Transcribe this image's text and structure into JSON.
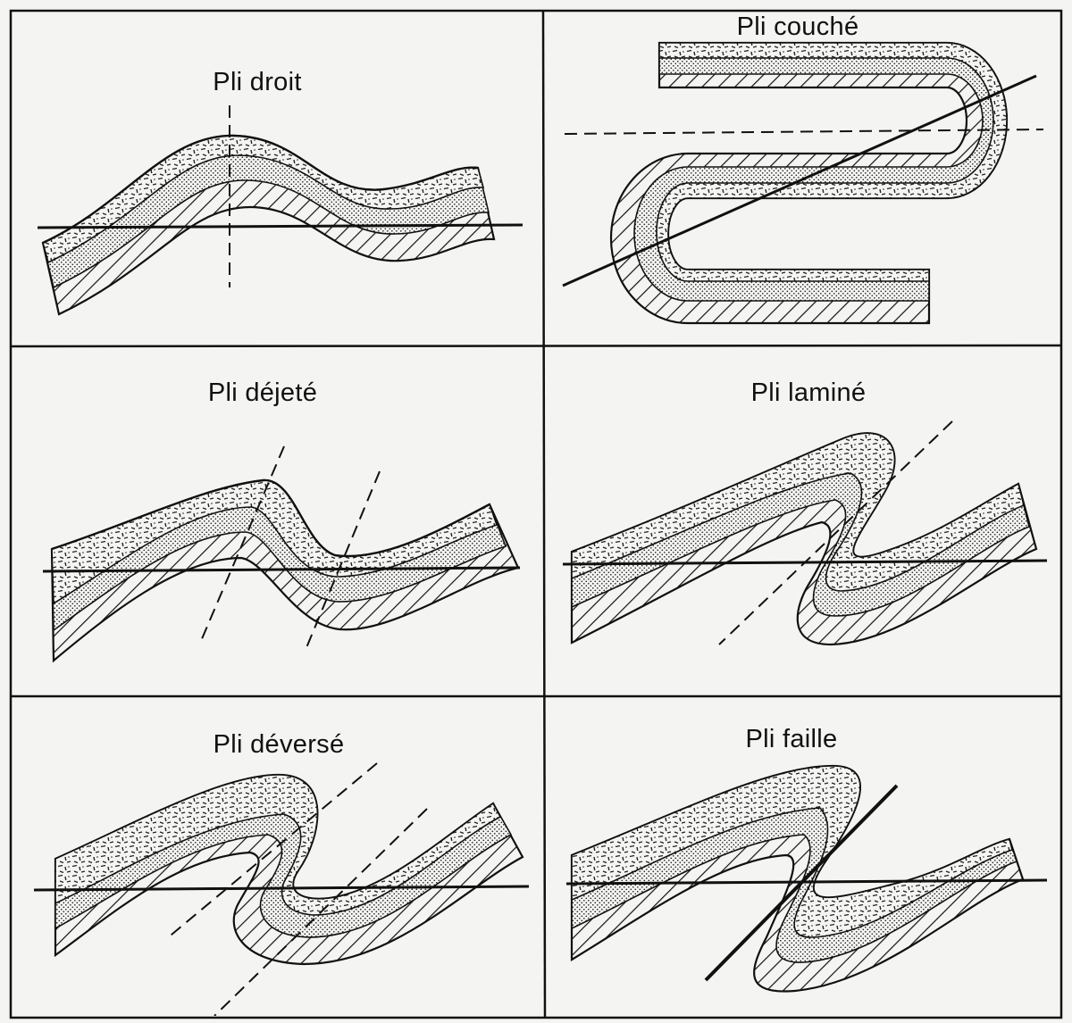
{
  "panels": [
    {
      "id": "droit",
      "title": "Pli droit"
    },
    {
      "id": "couche",
      "title": "Pli couché"
    },
    {
      "id": "dejete",
      "title": "Pli déjeté"
    },
    {
      "id": "lamine",
      "title": "Pli laminé"
    },
    {
      "id": "deverse",
      "title": "Pli déversé"
    },
    {
      "id": "faille",
      "title": "Pli faille"
    }
  ],
  "strata": [
    "dashed-texture",
    "dotted",
    "hatched"
  ]
}
